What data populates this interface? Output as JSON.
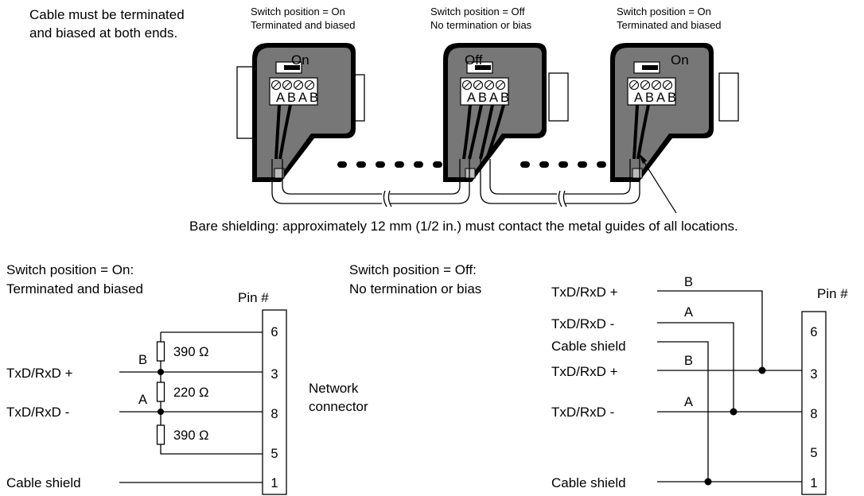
{
  "top": {
    "intro_line1": "Cable must be terminated",
    "intro_line2": "and biased at both ends.",
    "connectors": [
      {
        "caption_line1": "Switch position = On",
        "caption_line2": "Terminated and biased",
        "switch_label": "On",
        "terminals": [
          "A",
          "B",
          "A",
          "B"
        ]
      },
      {
        "caption_line1": "Switch position = Off",
        "caption_line2": "No termination or bias",
        "switch_label": "Off",
        "terminals": [
          "A",
          "B",
          "A",
          "B"
        ]
      },
      {
        "caption_line1": "Switch position = On",
        "caption_line2": "Terminated and biased",
        "switch_label": "On",
        "terminals": [
          "A",
          "B",
          "A",
          "B"
        ]
      }
    ],
    "shield_note": "Bare shielding: approximately 12 mm (1/2 in.) must contact the metal guides of all locations."
  },
  "left_schematic": {
    "title_line1": "Switch position = On:",
    "title_line2": "Terminated and biased",
    "pin_header": "Pin #",
    "pins": [
      "6",
      "3",
      "8",
      "5",
      "1"
    ],
    "resistors": [
      "390 Ω",
      "220 Ω",
      "390 Ω"
    ],
    "line_tags": [
      "B",
      "A"
    ],
    "signals": [
      "TxD/RxD +",
      "TxD/RxD -",
      "Cable shield"
    ],
    "connector_label_line1": "Network",
    "connector_label_line2": "connector"
  },
  "right_schematic": {
    "title_line1": "Switch position = Off:",
    "title_line2": "No termination or bias",
    "pin_header": "Pin #",
    "pins": [
      "6",
      "3",
      "8",
      "5",
      "1"
    ],
    "line_tags": [
      "B",
      "A",
      "B",
      "A"
    ],
    "signals": [
      "TxD/RxD +",
      "TxD/RxD -",
      "Cable shield",
      "TxD/RxD +",
      "TxD/RxD -",
      "Cable shield"
    ]
  }
}
